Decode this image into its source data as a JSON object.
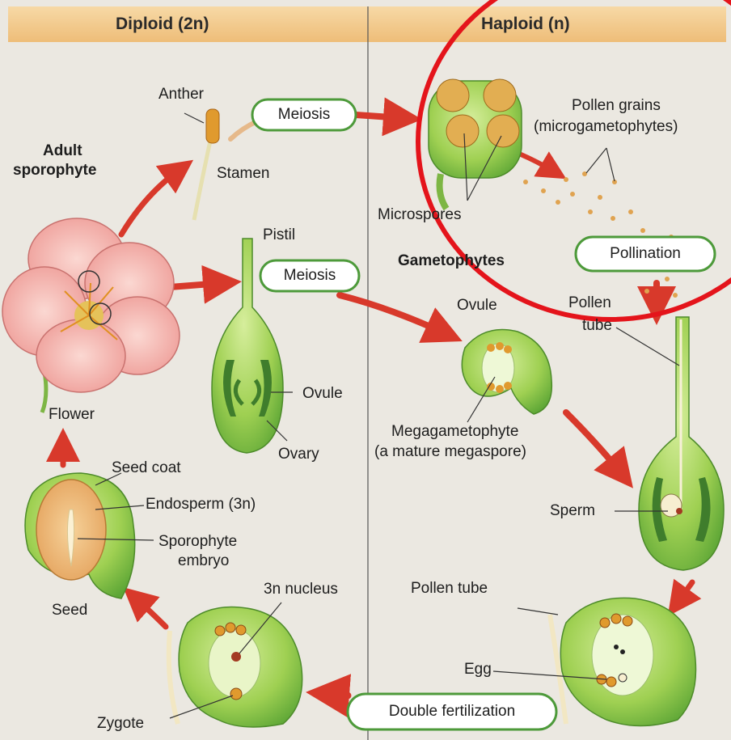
{
  "header": {
    "diploid": "Diploid (2n)",
    "haploid": "Haploid (n)"
  },
  "labels": {
    "anther": "Anther",
    "stamen": "Stamen",
    "adult_sporophyte_1": "Adult",
    "adult_sporophyte_2": "sporophyte",
    "pistil": "Pistil",
    "ovule_left": "Ovule",
    "ovary": "Ovary",
    "flower": "Flower",
    "seed_coat": "Seed coat",
    "endosperm": "Endosperm (3n)",
    "sporophyte_embryo_1": "Sporophyte",
    "sporophyte_embryo_2": "embryo",
    "seed": "Seed",
    "nucleus_3n": "3n nucleus",
    "zygote": "Zygote",
    "pollen_grains_1": "Pollen grains",
    "pollen_grains_2": "(microgametophytes)",
    "microspores": "Microspores",
    "gametophytes": "Gametophytes",
    "ovule_right": "Ovule",
    "pollen_tube_top_1": "Pollen",
    "pollen_tube_top_2": "tube",
    "megagametophyte_1": "Megagametophyte",
    "megagametophyte_2": "(a mature megaspore)",
    "sperm": "Sperm",
    "pollen_tube_bottom": "Pollen tube",
    "egg": "Egg"
  },
  "processes": {
    "meiosis_top": "Meiosis",
    "meiosis_mid": "Meiosis",
    "pollination": "Pollination",
    "double_fertilization": "Double fertilization"
  },
  "colors": {
    "background": "#ebe8e1",
    "header_band": "#efc383",
    "plant_green": "#8cc63f",
    "dark_green": "#3f7d2c",
    "arrow_red": "#d8392b",
    "pollen": "#e0a350",
    "petal_pink": "#f2a9a4",
    "annotation_circle": "#e4141b"
  }
}
